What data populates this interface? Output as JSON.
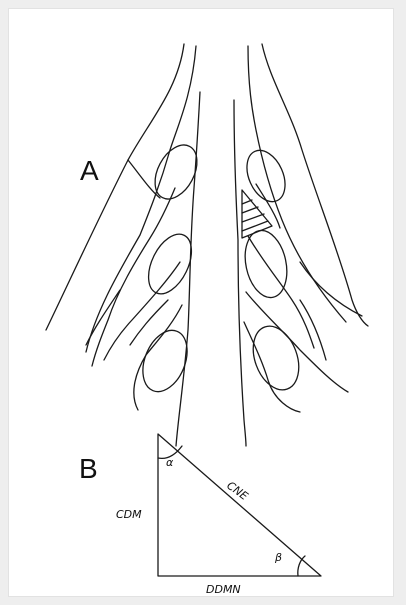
{
  "figure": {
    "panel_a": {
      "label": "A"
    },
    "panel_b": {
      "label": "B",
      "angle_top": "α",
      "angle_bottom": "β",
      "side_hypotenuse": "CNE",
      "side_vertical": "CDM",
      "side_horizontal": "DDMN"
    }
  }
}
